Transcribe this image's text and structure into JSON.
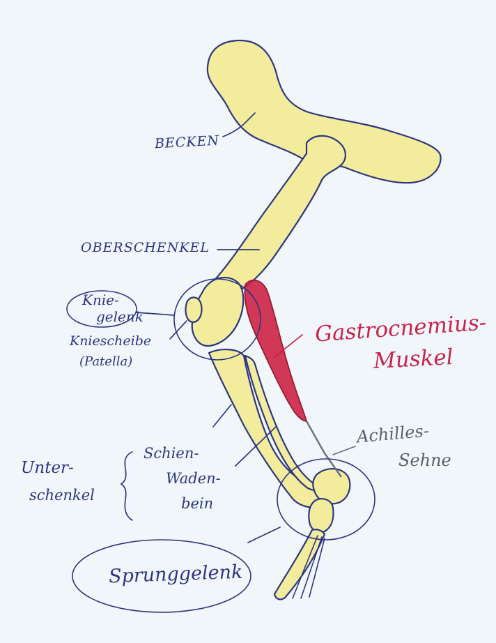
{
  "labels": {
    "becken": "BECKEN",
    "oberschenkel": "OBERSCHENKEL",
    "kniegelenk_1": "Knie-",
    "kniegelenk_2": "gelenk",
    "kniescheibe_1": "Kniescheibe",
    "kniescheibe_2": "(Patella)",
    "gastro_1": "Gastrocnemius-",
    "gastro_2": "Muskel",
    "achilles_1": "Achilles-",
    "achilles_2": "Sehne",
    "schien": "Schien-",
    "waden_1": "Waden-",
    "waden_2": "bein",
    "unter_1": "Unter-",
    "unter_2": "schenkel",
    "sprung": "Sprunggelenk"
  },
  "colors": {
    "bone": "#f2ec9c",
    "ink": "#2c3680",
    "muscle": "#cc1e40",
    "tendon": "#6a6e78",
    "paper": "#f1f6fb"
  }
}
